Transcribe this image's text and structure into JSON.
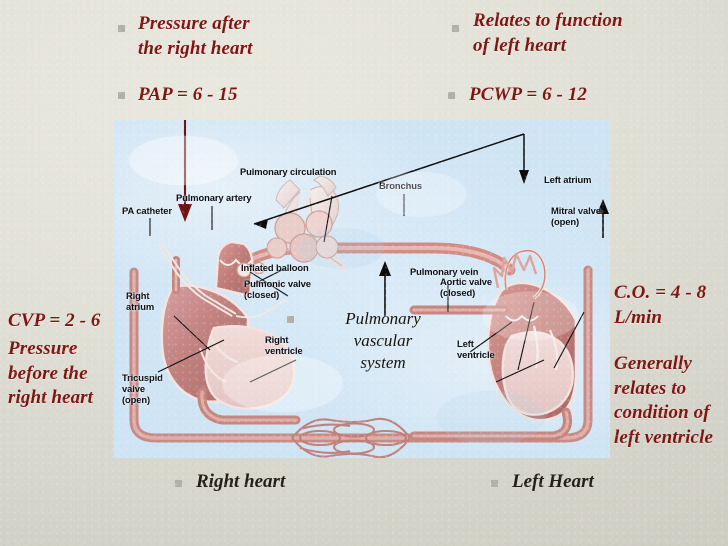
{
  "slide": {
    "background_color": "#d9d8cf",
    "accent_color": "#7d1412",
    "figure_background": "#d2e6f5"
  },
  "callouts": {
    "top_left": {
      "pressure_note": "Pressure after\nthe right heart",
      "pap": "PAP = 6 - 15"
    },
    "top_right": {
      "relates_note": "Relates to function\nof left heart",
      "pcwp": "PCWP = 6 - 12"
    },
    "left": {
      "cvp": "CVP = 2 - 6",
      "note": "Pressure\nbefore the\nright heart"
    },
    "right": {
      "co": "C.O. = 4 - 8\nL/min",
      "note": "Generally\nrelates to\ncondition of\nleft ventricle"
    },
    "center": {
      "pvs": "Pulmonary\nvascular\nsystem"
    }
  },
  "bottom_labels": {
    "right_heart": "Right heart",
    "left_heart": "Left Heart"
  },
  "figure": {
    "title": "pulmonary-artery-catheter-diagram",
    "anatomy_labels": [
      {
        "id": "pa-catheter",
        "text": "PA catheter"
      },
      {
        "id": "pulmonary-artery",
        "text": "Pulmonary artery"
      },
      {
        "id": "pulmonary-circulation",
        "text": "Pulmonary circulation"
      },
      {
        "id": "bronchus",
        "text": "Bronchus"
      },
      {
        "id": "left-atrium",
        "text": "Left atrium"
      },
      {
        "id": "mitral-valve",
        "text": "Mitral valve\n(open)"
      },
      {
        "id": "inflated-balloon",
        "text": "Inflated balloon"
      },
      {
        "id": "pulmonary-vein",
        "text": "Pulmonary vein"
      },
      {
        "id": "aortic-valve",
        "text": "Aortic valve\n(closed)"
      },
      {
        "id": "right-atrium",
        "text": "Right\natrium"
      },
      {
        "id": "pulmonic-valve",
        "text": "Pulmonic valve\n(closed)"
      },
      {
        "id": "right-ventricle",
        "text": "Right\nventricle"
      },
      {
        "id": "tricuspid-valve",
        "text": "Tricuspid\nvalve\n(open)"
      },
      {
        "id": "left-ventricle",
        "text": "Left\nventricle"
      }
    ]
  }
}
